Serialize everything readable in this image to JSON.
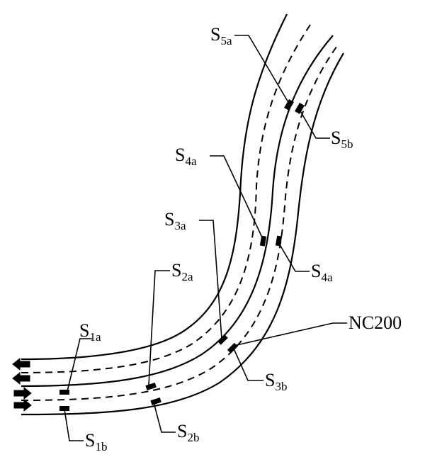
{
  "labels": {
    "s1a": {
      "base": "S",
      "sub": "1a"
    },
    "s1b": {
      "base": "S",
      "sub": "1b"
    },
    "s2a": {
      "base": "S",
      "sub": "2a"
    },
    "s2b": {
      "base": "S",
      "sub": "2b"
    },
    "s3a": {
      "base": "S",
      "sub": "3a"
    },
    "s3b": {
      "base": "S",
      "sub": "3b"
    },
    "s4a_upper": {
      "base": "S",
      "sub": "4a"
    },
    "s4a_lower": {
      "base": "S",
      "sub": "4a"
    },
    "s5a": {
      "base": "S",
      "sub": "5a"
    },
    "s5b": {
      "base": "S",
      "sub": "5b"
    },
    "nc200": "NC200"
  },
  "colors": {
    "line": "#000000",
    "background": "#ffffff"
  },
  "icons": [
    "arrow-left-icon",
    "arrow-right-icon"
  ]
}
